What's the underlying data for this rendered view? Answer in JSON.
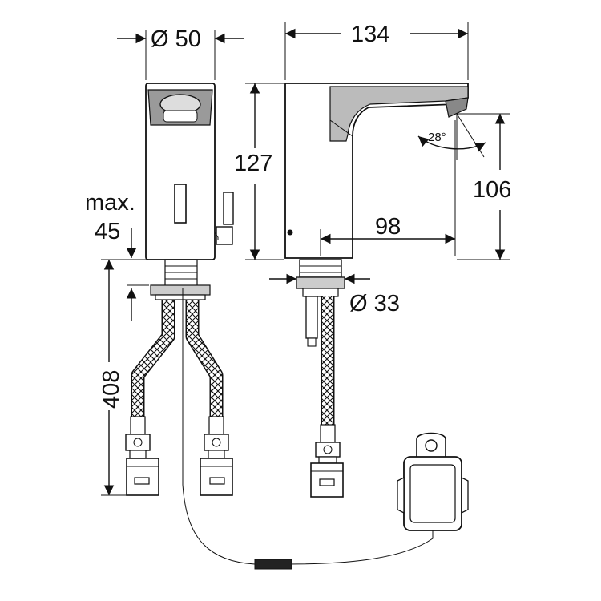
{
  "dimensions": {
    "diameter_body": "Ø 50",
    "width_total": "134",
    "height_total": "127",
    "height_outlet": "106",
    "max_label": "max.",
    "max_value": "45",
    "reach": "98",
    "diameter_shank": "Ø 33",
    "hose_length": "408",
    "spray_angle": "28°"
  },
  "colors": {
    "line": "#111111",
    "shade": "#9a9a9a",
    "background": "#ffffff"
  }
}
